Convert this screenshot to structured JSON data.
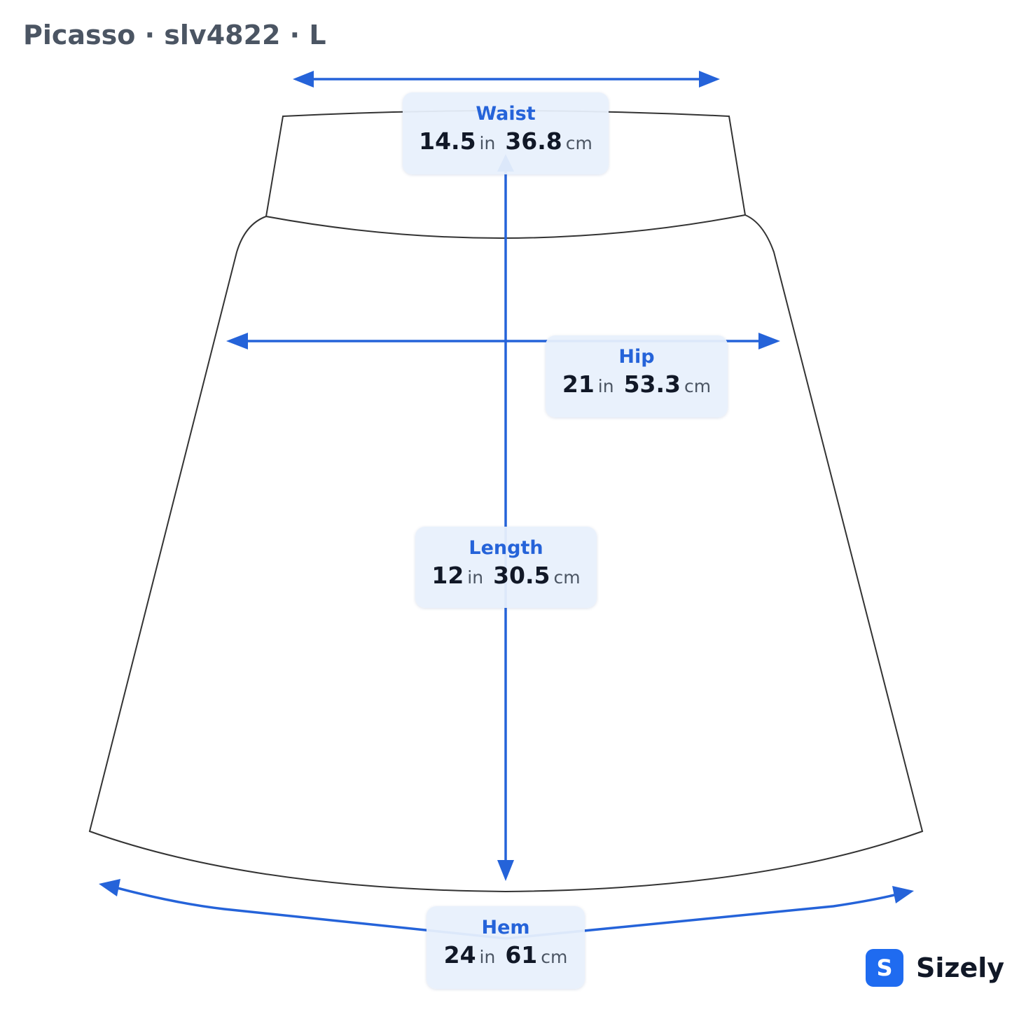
{
  "header": {
    "title": "Picasso · slv4822 · L"
  },
  "colors": {
    "accent": "#2563d9",
    "outline": "#333333",
    "label_bg": "#e8f0fc"
  },
  "measurements": {
    "waist": {
      "name": "Waist",
      "in": "14.5",
      "in_unit": "in",
      "cm": "36.8",
      "cm_unit": "cm"
    },
    "hip": {
      "name": "Hip",
      "in": "21",
      "in_unit": "in",
      "cm": "53.3",
      "cm_unit": "cm"
    },
    "length": {
      "name": "Length",
      "in": "12",
      "in_unit": "in",
      "cm": "30.5",
      "cm_unit": "cm"
    },
    "hem": {
      "name": "Hem",
      "in": "24",
      "in_unit": "in",
      "cm": "61",
      "cm_unit": "cm"
    }
  },
  "brand": {
    "logo_letter": "S",
    "name": "Sizely"
  }
}
